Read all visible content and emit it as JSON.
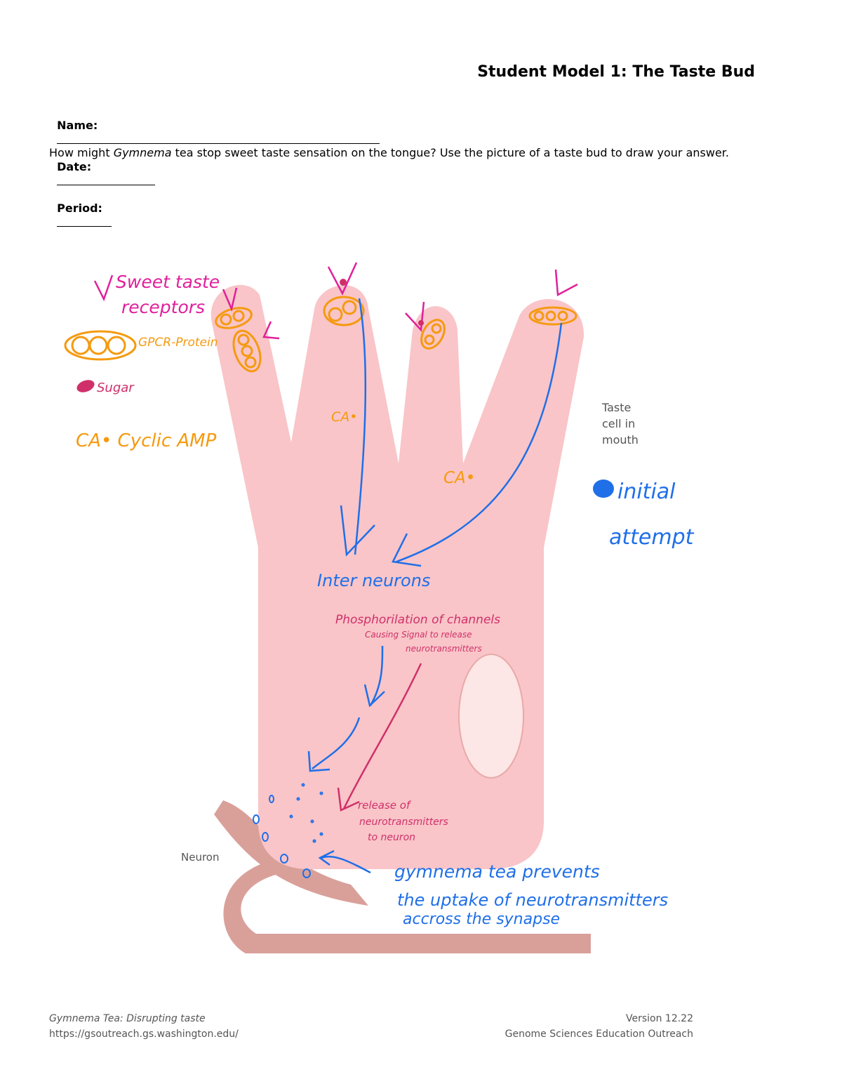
{
  "header": {
    "title": "Student Model 1: The Taste Bud"
  },
  "fields": {
    "name_label": "Name:",
    "date_label": "Date:",
    "period_label": "Period:"
  },
  "question": {
    "before": "How might ",
    "italic": "Gymnema",
    "after": " tea stop sweet taste sensation on the tongue? Use the picture of a taste bud to draw your answer."
  },
  "diagram": {
    "taste_cell_label": [
      "Taste",
      "cell in",
      "mouth"
    ],
    "neuron_label": "Neuron",
    "colors": {
      "cell": "#f9c5c8",
      "nucleus": "#fde6e6",
      "neuron": "#d9a09a",
      "receptor": "#f59a10",
      "sugar": "#e0209a",
      "arrow_blue": "#1f6fe8",
      "annotation_red": "#d0306a"
    }
  },
  "annotations": {
    "legend_receptors": [
      "Sweet taste",
      "receptors"
    ],
    "legend_gpcr": "GPCR-Protein",
    "legend_sugar": "Sugar",
    "legend_camp": "CA• Cyclic AMP",
    "ca_label_1": "CA•",
    "ca_label_2": "CA•",
    "initial_attempt": [
      "initial",
      "attempt"
    ],
    "interneurons": "Inter neurons",
    "phosphorylation": [
      "Phosphorilation of channels",
      "Causing Signal to release",
      "neurotransmitters"
    ],
    "release": [
      "release of",
      "neurotransmitters",
      "to neuron"
    ],
    "gymnema_prevents": [
      "gymnema tea prevents",
      "the uptake of neurotransmitters",
      "accross the synapse"
    ]
  },
  "footer": {
    "left_title": "Gymnema Tea: Disrupting taste",
    "left_url": "https://gsoutreach.gs.washington.edu/",
    "right_version": "Version 12.22",
    "right_org": "Genome Sciences Education Outreach"
  }
}
